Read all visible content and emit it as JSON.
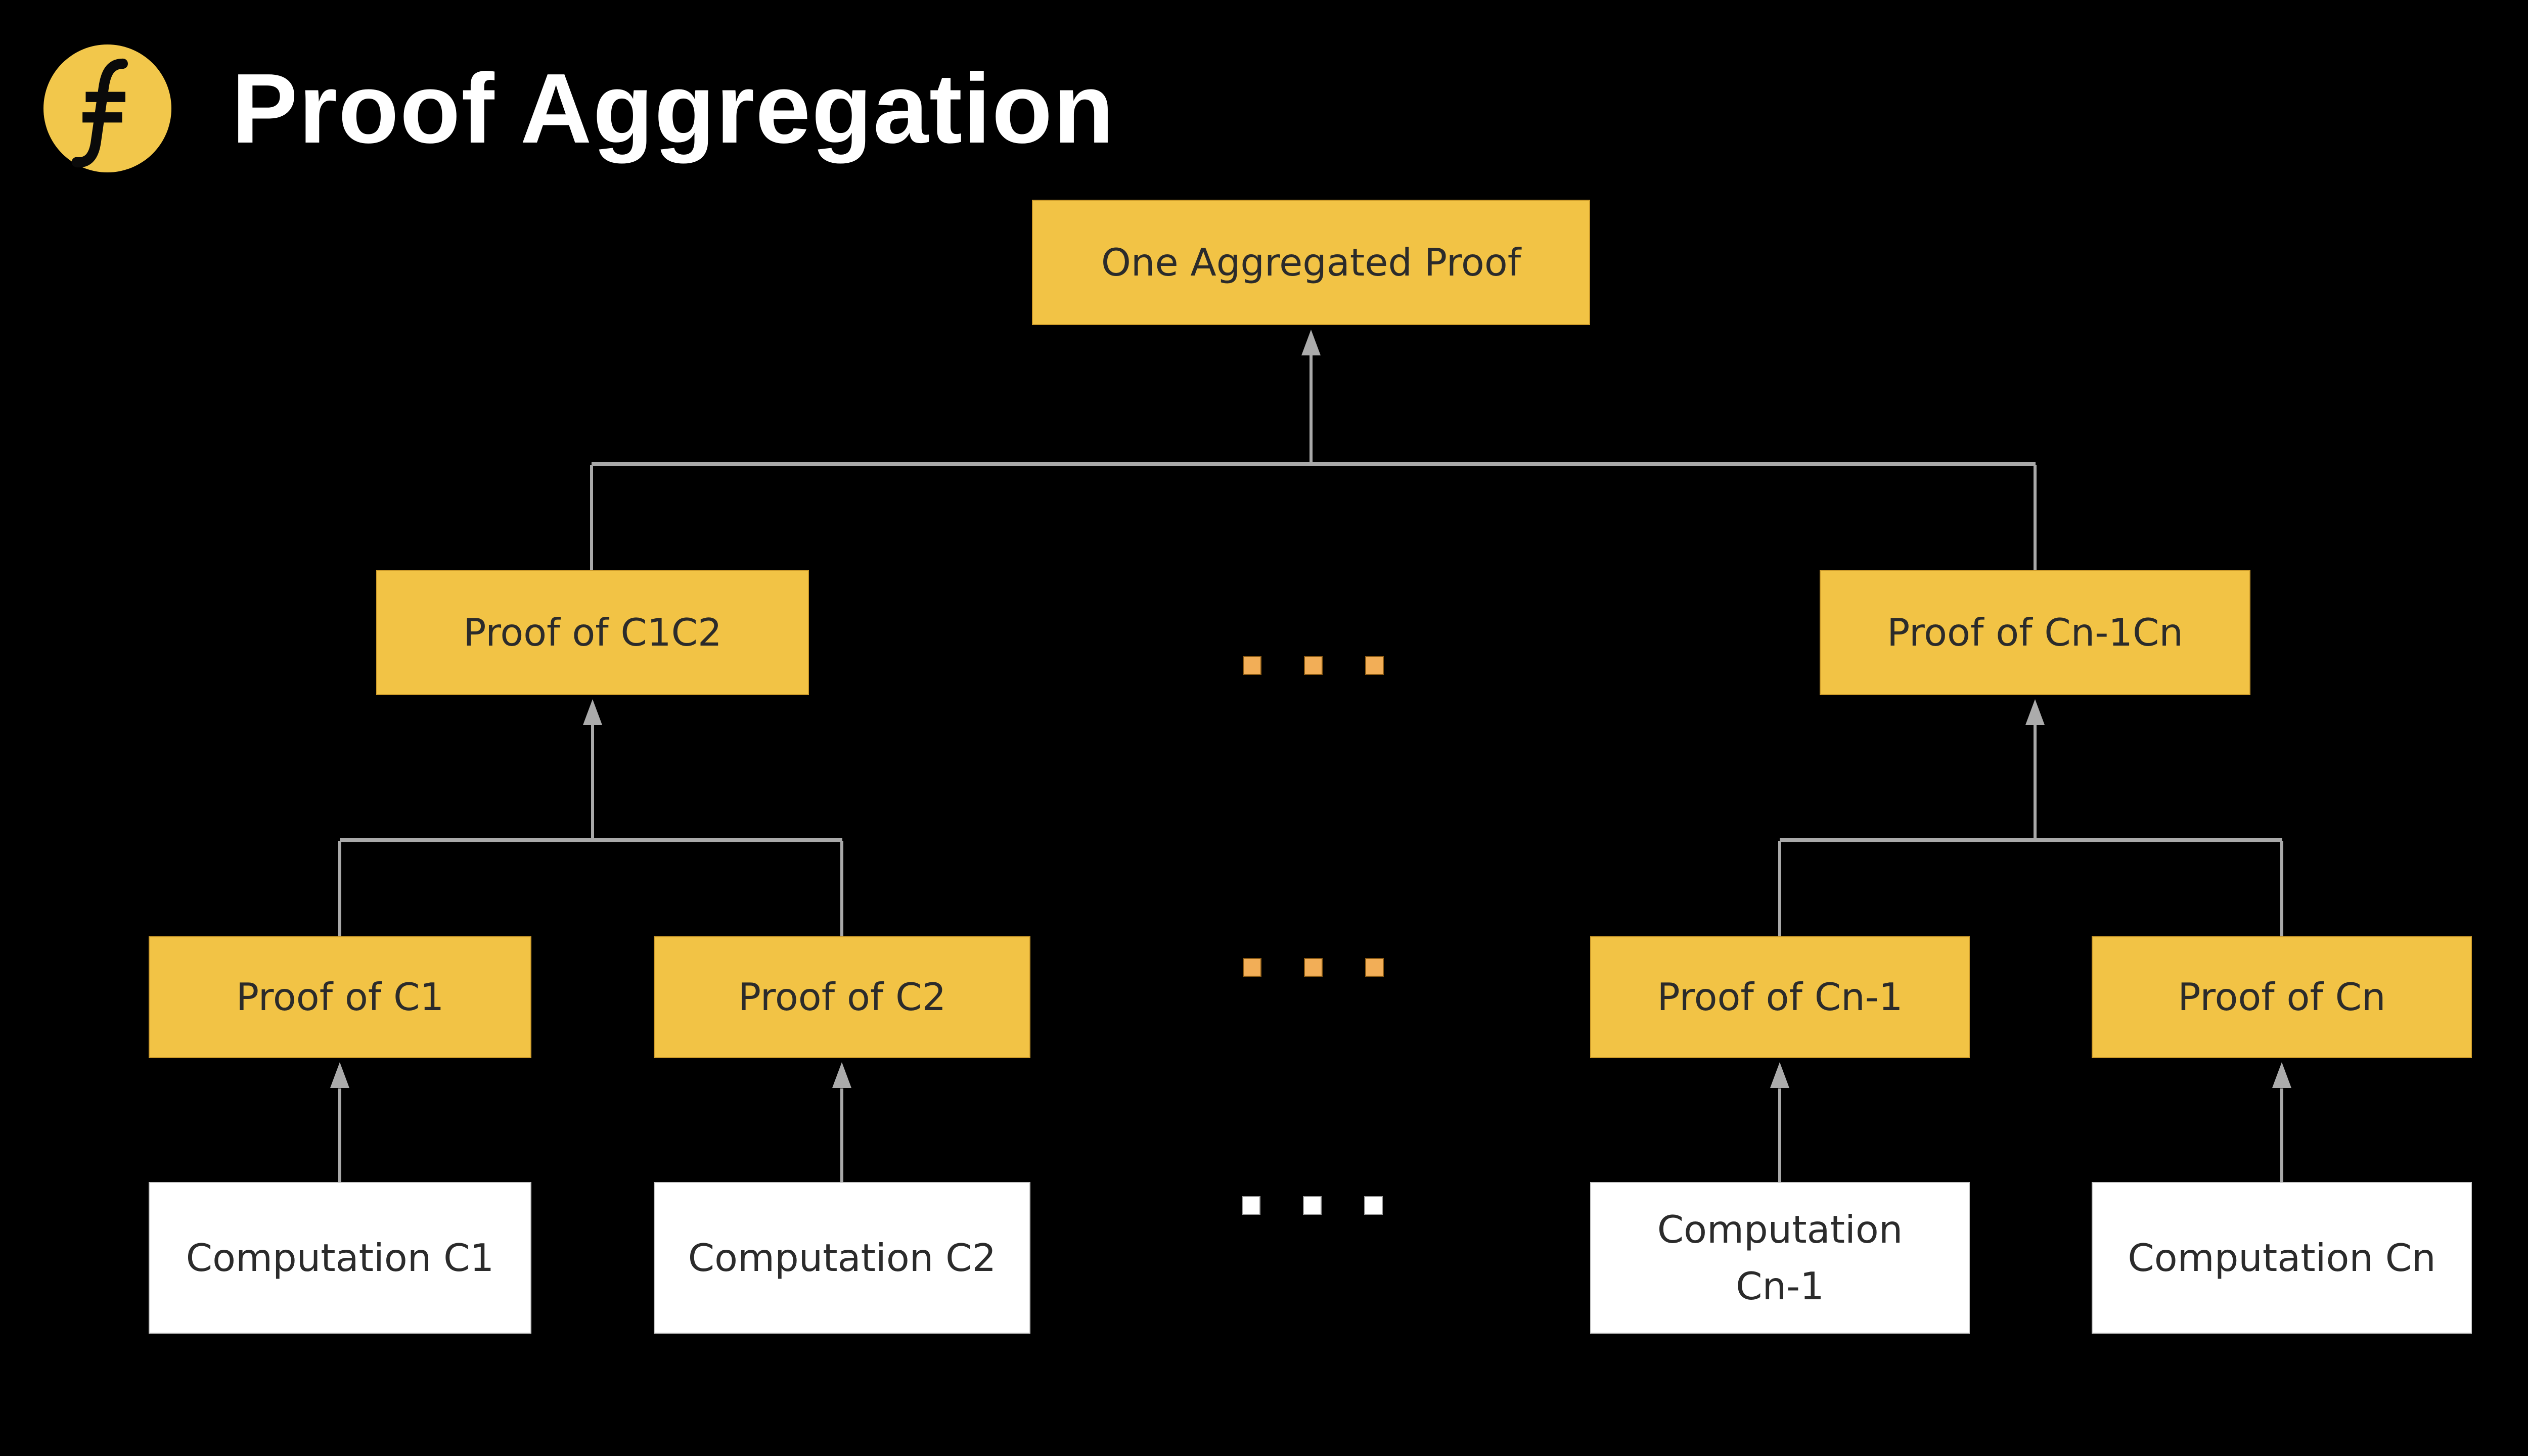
{
  "header": {
    "title": "Proof Aggregation",
    "logo": "filecoin-f-logo"
  },
  "colors": {
    "background": "#000000",
    "box_yellow": "#F2C345",
    "ellipsis_orange": "#F2AE57",
    "box_white": "#FFFFFF",
    "connector_gray": "#A9A9A9",
    "node_text": "#2B2B2B",
    "title_text": "#FFFFFF",
    "corner_dot": "#EE9C3E"
  },
  "diagram": {
    "root": {
      "label": "One Aggregated Proof"
    },
    "aggregate_level": [
      {
        "label": "Proof of C1C2"
      },
      {
        "label": "Proof of Cn-1Cn"
      }
    ],
    "proof_level": [
      {
        "label": "Proof of C1"
      },
      {
        "label": "Proof of C2"
      },
      {
        "label": "Proof of Cn-1"
      },
      {
        "label": "Proof of Cn"
      }
    ],
    "computation_level": [
      {
        "label": "Computation C1"
      },
      {
        "label": "Computation C2"
      },
      {
        "label": "Computation Cn-1"
      },
      {
        "label": "Computation Cn"
      }
    ]
  }
}
